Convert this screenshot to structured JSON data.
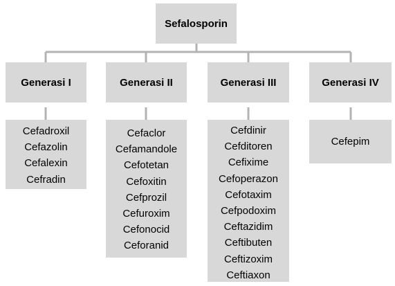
{
  "diagram": {
    "root": {
      "label": "Sefalosporin"
    },
    "generations": [
      {
        "label": "Generasi I",
        "drugs": [
          "Cefadroxil",
          "Cefazolin",
          "Cefalexin",
          "Cefradin"
        ]
      },
      {
        "label": "Generasi II",
        "drugs": [
          "Cefaclor",
          "Cefamandole",
          "Cefotetan",
          "Cefoxitin",
          "Cefprozil",
          "Cefuroxim",
          "Cefonocid",
          "Ceforanid"
        ]
      },
      {
        "label": "Generasi III",
        "drugs": [
          "Cefdinir",
          "Cefditoren",
          "Cefixime",
          "Cefoperazon",
          "Cefotaxim",
          "Cefpodoxim",
          "Ceftazidim",
          "Ceftibuten",
          "Ceftizoxim",
          "Ceftiaxon"
        ]
      },
      {
        "label": "Generasi IV",
        "drugs": [
          "Cefepim"
        ]
      }
    ]
  },
  "colors": {
    "box_fill": "#d8d8d8",
    "connector": "#b3b3b3"
  }
}
